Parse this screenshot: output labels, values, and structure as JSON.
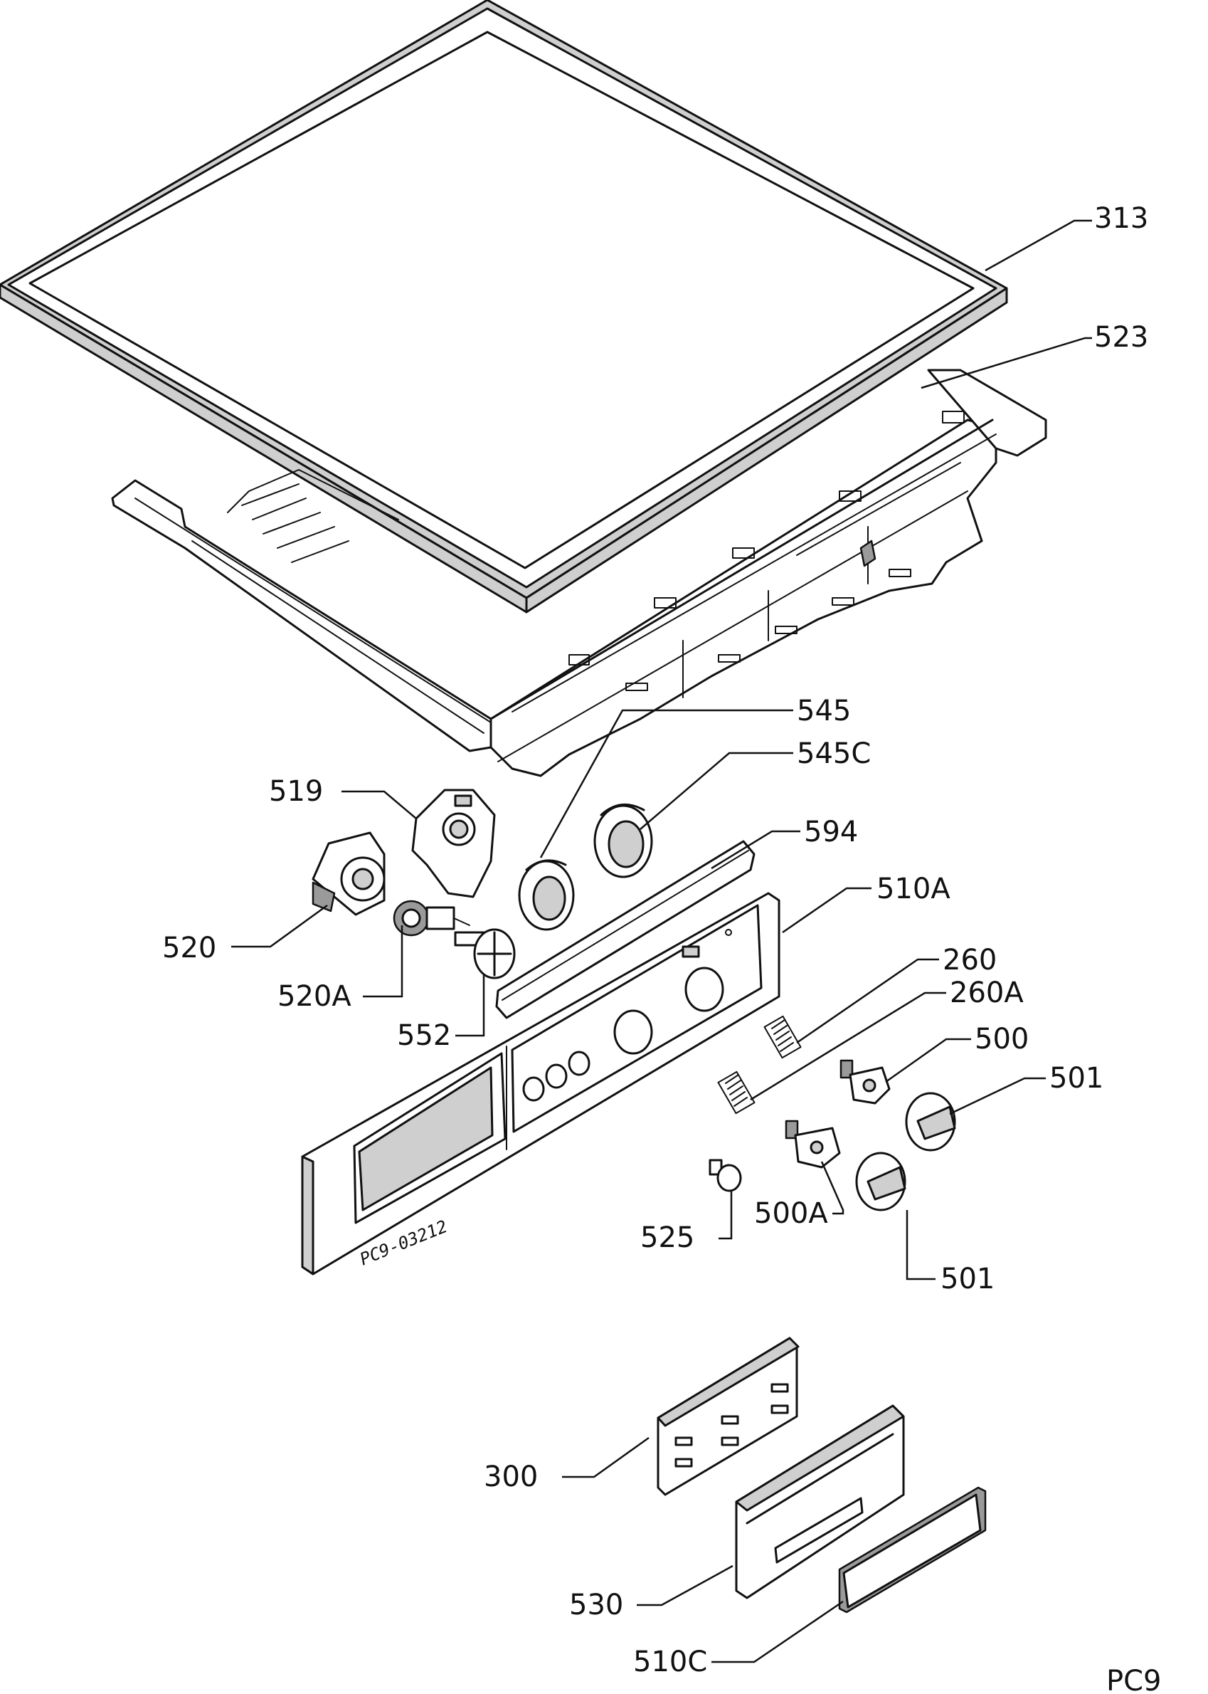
{
  "labels": {
    "313": "313",
    "523": "523",
    "545": "545",
    "545C": "545C",
    "519": "519",
    "594": "594",
    "510A": "510A",
    "520": "520",
    "520A": "520A",
    "552": "552",
    "260": "260",
    "260A": "260A",
    "500": "500",
    "501a": "501",
    "501b": "501",
    "525": "525",
    "500A": "500A",
    "300": "300",
    "530": "530",
    "510C": "510C"
  },
  "stamp": "PC9-03212",
  "page_code": "PC9"
}
